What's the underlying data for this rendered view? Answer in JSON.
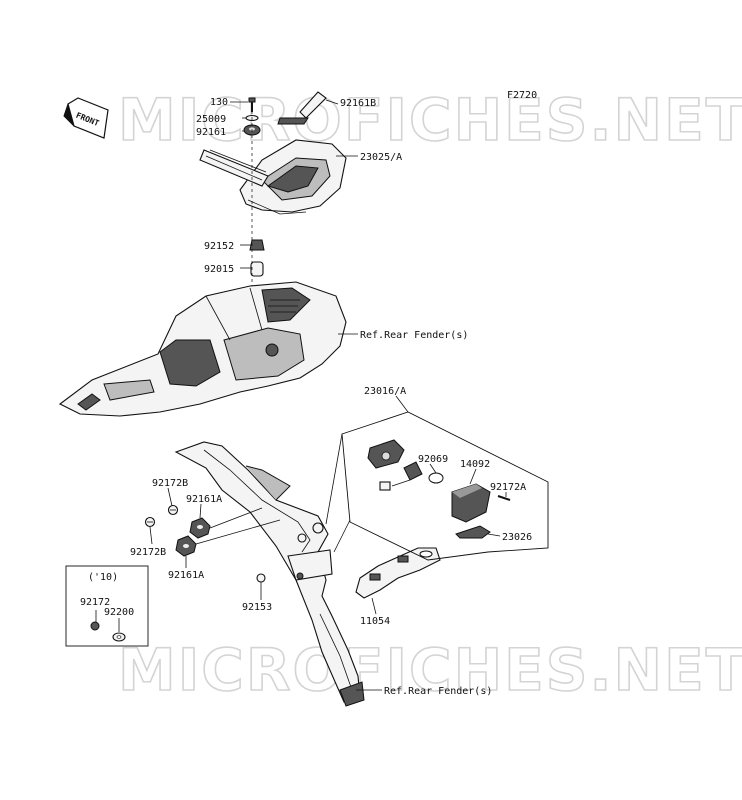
{
  "figure_code": "F2720",
  "watermark": "MICROFICHES.NET",
  "front_badge": "FRONT",
  "variant_note": "('10)",
  "labels": {
    "p130": "130",
    "p25009": "25009",
    "p92161": "92161",
    "p92161B": "92161B",
    "p23025A": "23025/A",
    "p92152": "92152",
    "p92015": "92015",
    "refRearFender1": "Ref.Rear Fender(s)",
    "p23016A": "23016/A",
    "p92069": "92069",
    "p14092": "14092",
    "p92172A": "92172A",
    "p23026": "23026",
    "p92172B_top": "92172B",
    "p92161A_top": "92161A",
    "p92172B_bottom": "92172B",
    "p92161A_bottom": "92161A",
    "p92153": "92153",
    "p11054": "11054",
    "p92172": "92172",
    "p92200": "92200",
    "refRearFender2": "Ref.Rear Fender(s)"
  }
}
